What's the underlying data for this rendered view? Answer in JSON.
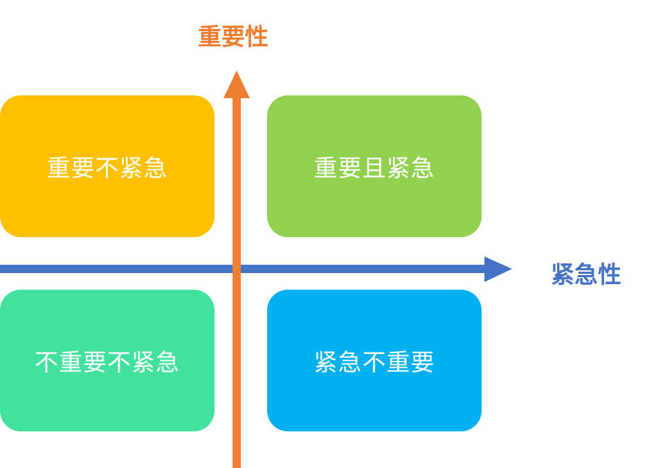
{
  "colors": {
    "important_not_urgent": "#FFC000",
    "important_and_urgent": "#92D050",
    "not_important_not_urgent": "#42E29E",
    "urgent_not_important": "#00B0F0",
    "y_axis": "#ED7D31",
    "x_axis": "#4472C4"
  },
  "axes": {
    "y_label": "重要性",
    "x_label": "紧急性"
  },
  "quadrants": {
    "top_left": "重要不紧急",
    "top_right": "重要且紧急",
    "bottom_left": "不重要不紧急",
    "bottom_right": "紧急不重要"
  }
}
